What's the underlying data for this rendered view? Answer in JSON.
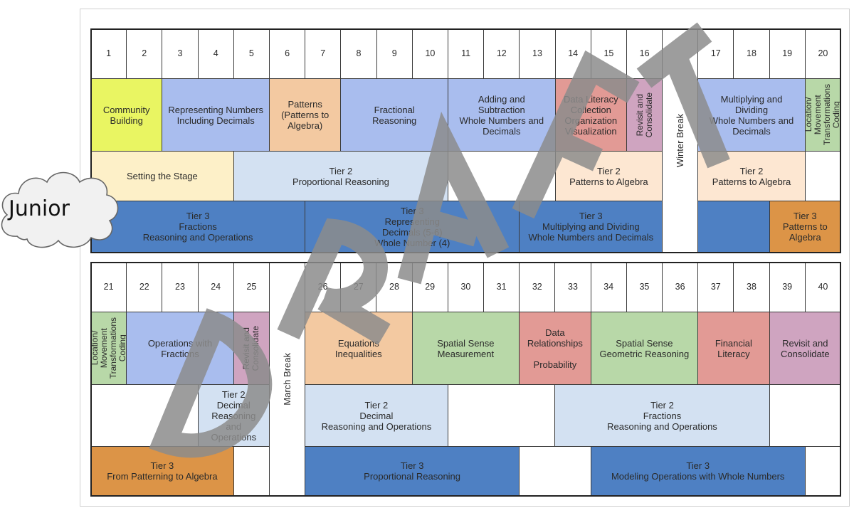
{
  "title": "Junior",
  "watermark": "DRAFT",
  "watermark_letters": [
    "D",
    "R",
    "A",
    "F",
    "T"
  ],
  "colors": {
    "yellow_green": "#e9f562",
    "periwinkle": "#a9bdee",
    "peach": "#f3c9a1",
    "salmon": "#e29a95",
    "mauve": "#cfa4c0",
    "mint": "#b8d8a8",
    "cream": "#fdf0c8",
    "light_blue": "#d3e1f2",
    "light_peach": "#fde7d2",
    "dark_blue": "#4e80c3",
    "orange": "#dc9447",
    "watermark": "#8c8c8c"
  },
  "rows": [
    {
      "id": "row1",
      "weeks": [
        "1",
        "2",
        "3",
        "4",
        "5",
        "6",
        "7",
        "8",
        "9",
        "10",
        "11",
        "12",
        "13",
        "14",
        "15",
        "16",
        "17",
        "18",
        "19",
        "20"
      ],
      "breaks": [
        {
          "after_week": 16,
          "label": "Winter Break"
        }
      ],
      "units": [
        {
          "text": "Community\nBuilding",
          "span": [
            1,
            2
          ],
          "color": "yellow_green"
        },
        {
          "text": "Representing Numbers\nIncluding Decimals",
          "span": [
            3,
            5
          ],
          "color": "periwinkle"
        },
        {
          "text": "Patterns\n(Patterns to\nAlgebra)",
          "span": [
            6,
            7
          ],
          "color": "peach"
        },
        {
          "text": "Fractional\nReasoning",
          "span": [
            8,
            10
          ],
          "color": "periwinkle"
        },
        {
          "text": "Adding and\nSubtraction\nWhole Numbers and\nDecimals",
          "span": [
            11,
            13
          ],
          "color": "periwinkle"
        },
        {
          "text": "Data Literacy\nCollection\nOrganization\nVisualization",
          "span": [
            14,
            15
          ],
          "color": "salmon"
        },
        {
          "text": "Revisit and\nConsolidate",
          "span": [
            16,
            16
          ],
          "color": "mauve",
          "vertical": true
        },
        {
          "text": "Multiplying and\nDividing\nWhole Numbers and\nDecimals",
          "span": [
            17,
            19
          ],
          "color": "periwinkle"
        },
        {
          "text": "Location/\nMovement\nTransformations\nCoding",
          "span": [
            20,
            20
          ],
          "color": "mint",
          "vertical": true
        }
      ],
      "tier2": [
        {
          "text": "Setting the Stage",
          "span": [
            1,
            4
          ],
          "color": "cream"
        },
        {
          "text": "Tier 2\nProportional Reasoning",
          "span": [
            5,
            10
          ],
          "color": "light_blue"
        },
        {
          "text": "",
          "span": [
            11,
            13
          ],
          "color": "white"
        },
        {
          "text": "Tier 2\nPatterns to Algebra",
          "span": [
            14,
            16
          ],
          "color": "light_peach"
        },
        {
          "text": "Tier 2\nPatterns to Algebra",
          "span": [
            17,
            19
          ],
          "color": "light_peach"
        },
        {
          "text": "",
          "span": [
            20,
            20
          ],
          "color": "white"
        }
      ],
      "tier3": [
        {
          "text": "Tier 3\nFractions\nReasoning and Operations",
          "span": [
            1,
            6
          ],
          "color": "dark_blue"
        },
        {
          "text": "Tier 3\nRepresenting\nDecimals (5-6)\nWhole Number (4)",
          "span": [
            7,
            12
          ],
          "color": "dark_blue"
        },
        {
          "text": "Tier 3\nMultiplying and Dividing\nWhole Numbers and Decimals",
          "span": [
            13,
            16
          ],
          "color": "dark_blue"
        },
        {
          "text": "",
          "span": [
            17,
            18
          ],
          "color": "dark_blue"
        },
        {
          "text": "Tier 3\nPatterns to\nAlgebra",
          "span": [
            19,
            20
          ],
          "color": "orange"
        }
      ]
    },
    {
      "id": "row2",
      "weeks": [
        "21",
        "22",
        "23",
        "24",
        "25",
        "26",
        "27",
        "28",
        "29",
        "30",
        "31",
        "32",
        "33",
        "34",
        "35",
        "36",
        "37",
        "38",
        "39",
        "40"
      ],
      "breaks": [
        {
          "after_week": 25,
          "label": "March Break"
        }
      ],
      "units": [
        {
          "text": "Location/\nMovement\nTransformations\nCoding",
          "span": [
            21,
            21
          ],
          "color": "mint",
          "vertical": true
        },
        {
          "text": "Operations with\nFractions",
          "span": [
            22,
            24
          ],
          "color": "periwinkle"
        },
        {
          "text": "Revisit and\nConsolidate",
          "span": [
            25,
            25
          ],
          "color": "mauve",
          "vertical": true
        },
        {
          "text": "Equations\nInequalities",
          "span": [
            26,
            28
          ],
          "color": "peach"
        },
        {
          "text": "Spatial Sense\nMeasurement",
          "span": [
            29,
            31
          ],
          "color": "mint"
        },
        {
          "text": "Data\nRelationships\n\nProbability",
          "span": [
            32,
            33
          ],
          "color": "salmon"
        },
        {
          "text": "Spatial Sense\nGeometric Reasoning",
          "span": [
            34,
            36
          ],
          "color": "mint"
        },
        {
          "text": "Financial\nLiteracy",
          "span": [
            37,
            38
          ],
          "color": "salmon"
        },
        {
          "text": "Revisit and\nConsolidate",
          "span": [
            39,
            40
          ],
          "color": "mauve"
        }
      ],
      "tier2": [
        {
          "text": "",
          "span": [
            21,
            23
          ],
          "color": "white"
        },
        {
          "text": "Tier 2\nDecimal\nReasoning\nand\nOperations",
          "span": [
            24,
            25
          ],
          "color": "light_blue"
        },
        {
          "text": "Tier 2\nDecimal\nReasoning and Operations",
          "span": [
            26,
            29
          ],
          "color": "light_blue"
        },
        {
          "text": "",
          "span": [
            30,
            32
          ],
          "color": "white"
        },
        {
          "text": "Tier 2\nFractions\nReasoning and Operations",
          "span": [
            33,
            38
          ],
          "color": "light_blue"
        },
        {
          "text": "",
          "span": [
            39,
            40
          ],
          "color": "white"
        }
      ],
      "tier3": [
        {
          "text": "Tier 3\nFrom Patterning to Algebra",
          "span": [
            21,
            24
          ],
          "color": "orange"
        },
        {
          "text": "",
          "span": [
            25,
            25
          ],
          "color": "white"
        },
        {
          "text": "Tier 3\nProportional Reasoning",
          "span": [
            26,
            31
          ],
          "color": "dark_blue"
        },
        {
          "text": "",
          "span": [
            32,
            33
          ],
          "color": "white"
        },
        {
          "text": "Tier 3\nModeling Operations with Whole Numbers",
          "span": [
            34,
            39
          ],
          "color": "dark_blue"
        },
        {
          "text": "",
          "span": [
            40,
            40
          ],
          "color": "white"
        }
      ]
    }
  ]
}
